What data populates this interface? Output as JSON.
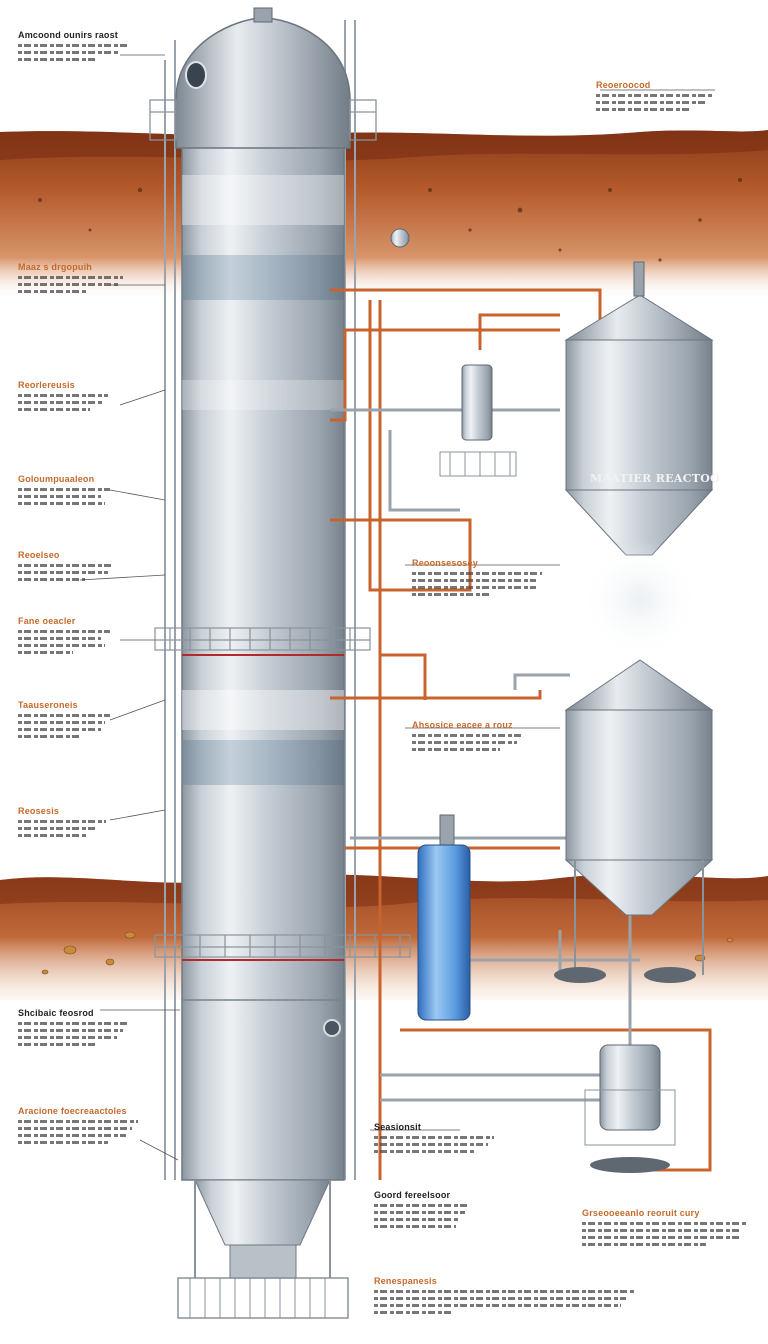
{
  "diagram": {
    "tank_label": "MAATIER REACTOO",
    "callouts": [
      {
        "id": "c1",
        "title": "Amcoond ounirs raost",
        "dark": true,
        "lines": [
          3
        ]
      },
      {
        "id": "c2",
        "title": "Maaz s drgopuih",
        "dark": false,
        "lines": [
          3
        ]
      },
      {
        "id": "c3",
        "title": "Reorlereusis",
        "dark": false,
        "lines": [
          3
        ]
      },
      {
        "id": "c4",
        "title": "Goloumpuaaleon",
        "dark": false,
        "lines": [
          3
        ]
      },
      {
        "id": "c5",
        "title": "Reoelseo",
        "dark": false,
        "lines": [
          3
        ]
      },
      {
        "id": "c6",
        "title": "Fane oeacler",
        "dark": false,
        "lines": [
          4
        ]
      },
      {
        "id": "c7",
        "title": "Taauseroneis",
        "dark": false,
        "lines": [
          4
        ]
      },
      {
        "id": "c8",
        "title": "Reosesis",
        "dark": false,
        "lines": [
          3
        ]
      },
      {
        "id": "c9",
        "title": "Shcibaic feosrod",
        "dark": true,
        "lines": [
          4
        ]
      },
      {
        "id": "c10",
        "title": "Aracione foecreaactoles",
        "dark": false,
        "lines": [
          4
        ]
      },
      {
        "id": "c11",
        "title": "Reoeroocod",
        "dark": false,
        "lines": [
          3
        ]
      },
      {
        "id": "c12",
        "title": "Reoonsesosey",
        "dark": false,
        "lines": [
          4
        ]
      },
      {
        "id": "c13",
        "title": "Ahsosice eacee a rouz",
        "dark": false,
        "lines": [
          3
        ]
      },
      {
        "id": "c14",
        "title": "Seasionsit",
        "dark": true,
        "lines": [
          3
        ]
      },
      {
        "id": "c15",
        "title": "Goord fereelsoor",
        "dark": true,
        "lines": [
          4
        ]
      },
      {
        "id": "c16",
        "title": "Grseooeeanlo reoruit cury",
        "dark": false,
        "lines": [
          4
        ]
      },
      {
        "id": "c17",
        "title": "Renespanesis",
        "dark": false,
        "lines": [
          4
        ]
      }
    ]
  }
}
